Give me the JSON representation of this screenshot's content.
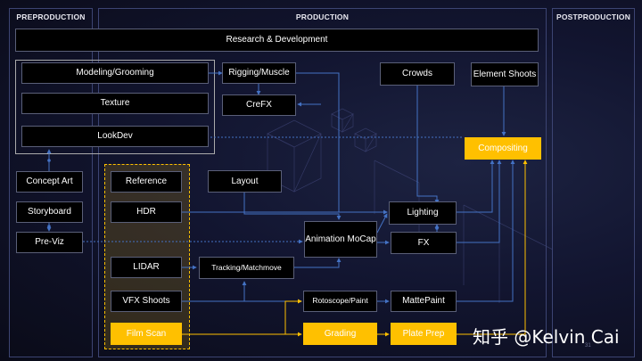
{
  "phases": {
    "preproduction": "PREPRODUCTION",
    "production": "PRODUCTION",
    "postproduction": "POSTPRODUCTION"
  },
  "nodes": {
    "research": "Research & Development",
    "modeling": "Modeling/Grooming",
    "texture": "Texture",
    "lookdev": "LookDev",
    "rigging": "Rigging/Muscle",
    "crefx": "CreFX",
    "crowds": "Crowds",
    "element_shoots": "Element Shoots",
    "compositing": "Compositing",
    "concept_art": "Concept Art",
    "storyboard": "Storyboard",
    "previz": "Pre-Viz",
    "reference": "Reference",
    "hdr": "HDR",
    "lidar": "LIDAR",
    "vfx_shoots": "VFX Shoots",
    "film_scan": "Film Scan",
    "layout": "Layout",
    "tracking": "Tracking/Matchmove",
    "animation": "Animation MoCap",
    "lighting": "Lighting",
    "fx": "FX",
    "rotoscope": "Rotoscope/Paint",
    "mattepaint": "MattePaint",
    "grading": "Grading",
    "plate_prep": "Plate Prep"
  },
  "watermark": "知乎 @Kelvin Cai",
  "page_number": "31",
  "colors": {
    "accent_gold": "#ffc000",
    "link_blue": "#4472c4",
    "node_bg": "#000000",
    "phase_border": "#3c4472"
  }
}
